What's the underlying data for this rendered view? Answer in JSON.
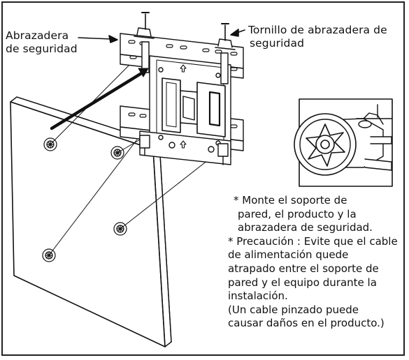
{
  "labels": {
    "clamp": [
      "Abrazadera",
      "de seguridad"
    ],
    "clamp_screw": [
      "Tornillo de abrazadera de",
      "seguridad"
    ]
  },
  "notes": {
    "mount": [
      "* Monte el soporte de",
      "pared, el producto y la",
      "abrazadera de seguridad."
    ],
    "caution": [
      "* Precaución : Evite que el cable",
      "de alimentación quede",
      "atrapado entre el soporte de",
      "pared y el equipo durante la",
      "instalación."
    ],
    "pinch": [
      "(Un cable pinzado puede",
      "causar daños en el producto.)"
    ]
  },
  "colors": {
    "line": "#111111",
    "fill": "#ffffff",
    "frame": "#222222"
  },
  "icons": [
    "screw-icon",
    "arrow-icon",
    "magnifier-detail-icon"
  ]
}
